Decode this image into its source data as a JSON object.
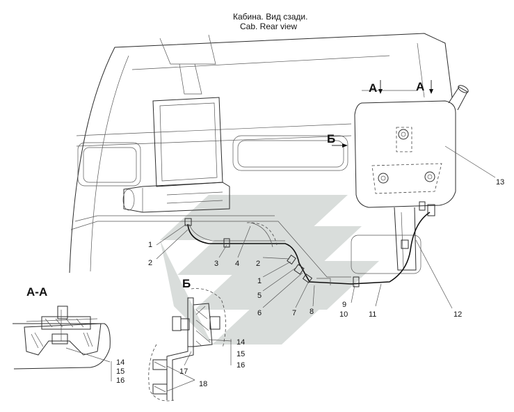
{
  "title": {
    "ru": "Кабина. Вид сзади.",
    "en": "Cab. Rear view"
  },
  "views": {
    "a1": "А",
    "a2": "А",
    "b": "Б",
    "aa": "А-А",
    "b_section": "Б"
  },
  "callouts": {
    "c1a": "1",
    "c2a": "2",
    "c3": "3",
    "c4": "4",
    "c2b": "2",
    "c1b": "1",
    "c5": "5",
    "c6": "6",
    "c7": "7",
    "c8": "8",
    "c9": "9",
    "c10": "10",
    "c11": "11",
    "c12": "12",
    "c13": "13",
    "c14a": "14",
    "c15a": "15",
    "c16a": "16",
    "c14b": "14",
    "c15b": "15",
    "c16b": "16",
    "c17": "17",
    "c18": "18"
  }
}
